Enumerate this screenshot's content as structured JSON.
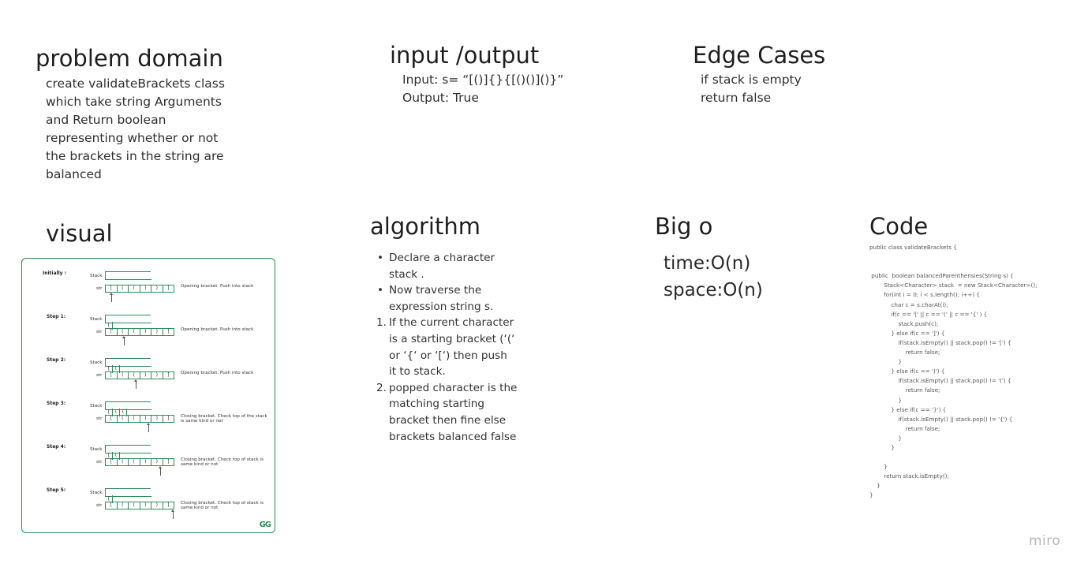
{
  "problem_domain": {
    "title": "problem domain",
    "lines": [
      "create validateBrackets class",
      "which take string Arguments",
      "and Return boolean",
      "representing whether or not",
      "the brackets in the string are",
      "balanced"
    ]
  },
  "io": {
    "title": "input /output",
    "input": "Input: s= “[()]{}{[()()]()}”",
    "output": "Output: True"
  },
  "edge": {
    "title": "Edge Cases",
    "lines": [
      "if stack is empty",
      "return false"
    ]
  },
  "visual": {
    "title": "visual",
    "stack_label": "Stack",
    "str_label": "str",
    "steps": [
      {
        "label": "Initially :",
        "stack": [],
        "str": [
          "[",
          "(",
          "(",
          ")",
          ")",
          "]"
        ],
        "pointer": 0,
        "note": "Opening bracket. Push into stack"
      },
      {
        "label": "Step 1:",
        "stack": [
          "["
        ],
        "str": [
          "[",
          "(",
          "(",
          ")",
          ")",
          "]"
        ],
        "pointer": 1,
        "note": "Opening bracket. Push into stack"
      },
      {
        "label": "Step 2:",
        "stack": [
          "[",
          "("
        ],
        "str": [
          "[",
          "(",
          "(",
          ")",
          ")",
          "]"
        ],
        "pointer": 2,
        "note": "Opening bracket. Push into stack"
      },
      {
        "label": "Step 3:",
        "stack": [
          "[",
          "(",
          "("
        ],
        "str": [
          "[",
          "(",
          "(",
          ")",
          ")",
          "]"
        ],
        "pointer": 3,
        "note": "Closing bracket. Check top of the stack\nis same kind or not"
      },
      {
        "label": "Step 4:",
        "stack": [
          "[",
          "("
        ],
        "str": [
          "[",
          "(",
          "(",
          ")",
          ")",
          "]"
        ],
        "pointer": 4,
        "note": "Closing bracket. Check top of stack is\nsame kind or not"
      },
      {
        "label": "Step 5:",
        "stack": [
          "["
        ],
        "str": [
          "[",
          "(",
          "(",
          ")",
          ")",
          "]"
        ],
        "pointer": 5,
        "note": "Closing bracket. Check top of stack is\nsame kind or not"
      }
    ],
    "logo": "GG"
  },
  "algorithm": {
    "title": "algorithm",
    "bullets": [
      "Declare a character stack .",
      "Now traverse the expression string s."
    ],
    "numbered": [
      "If the current character is a starting bracket (‘(‘ or ‘{‘ or ‘[‘) then push it to stack.",
      " popped character is the matching starting bracket then fine else brackets balanced false"
    ]
  },
  "bigo": {
    "title": "Big o",
    "time": "time:O(n)",
    "space": "space:O(n)"
  },
  "code": {
    "title": "Code",
    "text": "public class validateBrackets {\n\n\n public  boolean balancedParenthensies(String s) {\n        Stack<Character> stack  = new Stack<Character>();\n        for(int i = 0; i < s.length(); i++) {\n            char c = s.charAt(i);\n            if(c == '[' || c == '(' || c == '{' ) {\n                stack.push(c);\n            } else if(c == ']') {\n                if(stack.isEmpty() || stack.pop() != '[') {\n                    return false;\n                }\n            } else if(c == ')') {\n                if(stack.isEmpty() || stack.pop() != '(') {\n                    return false;\n                }\n            } else if(c == '}') {\n                if(stack.isEmpty() || stack.pop() != '{') {\n                    return false;\n                }\n            }\n\n        }\n        return stack.isEmpty();\n    }\n}"
  },
  "brand": {
    "logo": "miro"
  }
}
